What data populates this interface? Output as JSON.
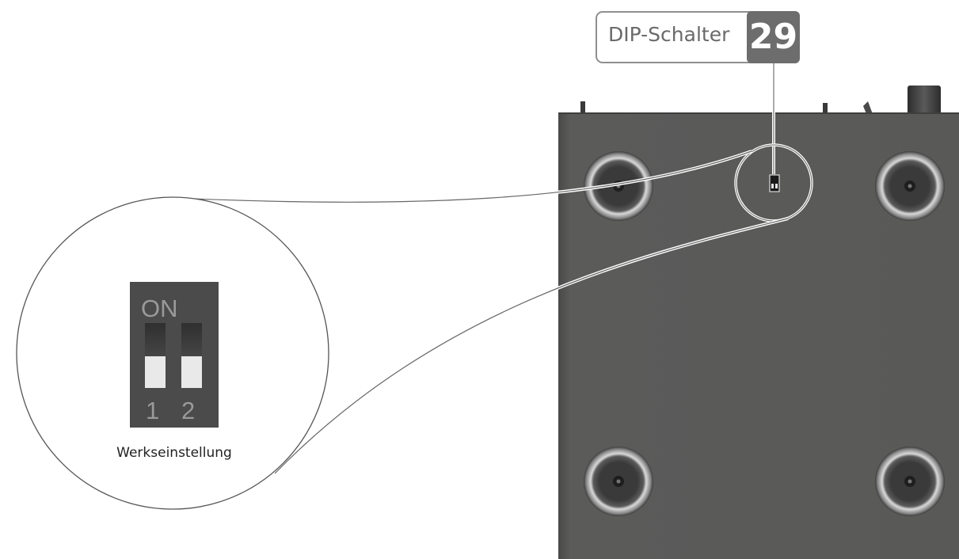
{
  "callout": {
    "label": "DIP-Schalter",
    "number": "29"
  },
  "dip_switch": {
    "on_label": "ON",
    "switch_1_label": "1",
    "switch_2_label": "2",
    "switch_1_state": "off",
    "switch_2_state": "off"
  },
  "zoom": {
    "caption": "Werkseinstellung"
  },
  "colors": {
    "device_body": "#5b5b5a",
    "device_edge": "#3f3f3e",
    "callout_number_bg": "#6d6d6d",
    "outline": "#555555"
  }
}
